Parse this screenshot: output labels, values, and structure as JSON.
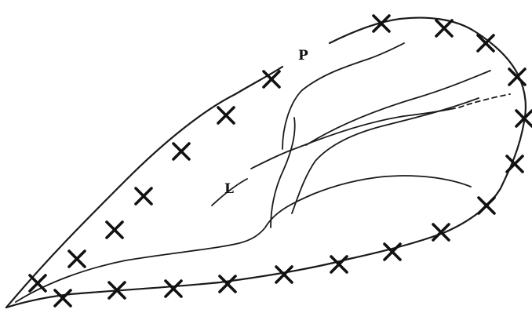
{
  "labels": {
    "p": "P",
    "l": "L"
  },
  "marker_symbol": "X",
  "colors": {
    "ink": "#1a1a1a",
    "background": "#ffffff"
  }
}
